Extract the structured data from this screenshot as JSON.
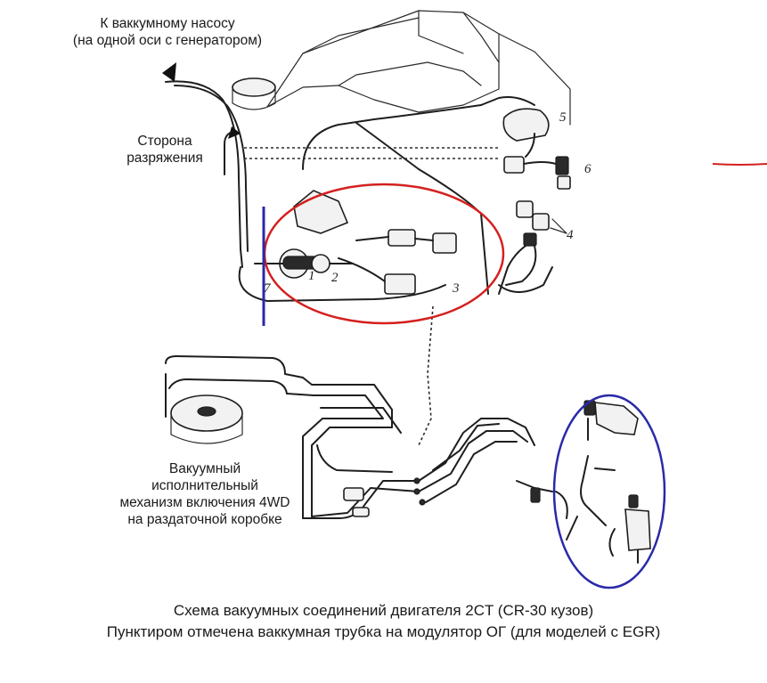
{
  "labels": {
    "vacuum_pump_line1": "К ваккумному насосу",
    "vacuum_pump_line2": "(на одной оси с генератором)",
    "vacuum_side_line1": "Сторона",
    "vacuum_side_line2": "разряжения",
    "actuator_line1": "Вакуумный",
    "actuator_line2": "исполнительный",
    "actuator_line3": "механизм включения 4WD",
    "actuator_line4": "на раздаточной коробке"
  },
  "part_numbers": {
    "n1": "1",
    "n2": "2",
    "n3": "3",
    "n4": "4",
    "n5": "5",
    "n6": "6"
  },
  "caption": {
    "line1": "Схема вакуумных соединений двигателя 2CT (CR-30 кузов)",
    "line2": "Пунктиром отмечена ваккумная трубка на модулятор ОГ (для моделей с EGR)"
  },
  "annotation_colors": {
    "red_ellipse": "#d42020",
    "blue_ellipse": "#2a2aa8",
    "blue_line": "#2a2aa8",
    "red_mark": "#d42020"
  }
}
